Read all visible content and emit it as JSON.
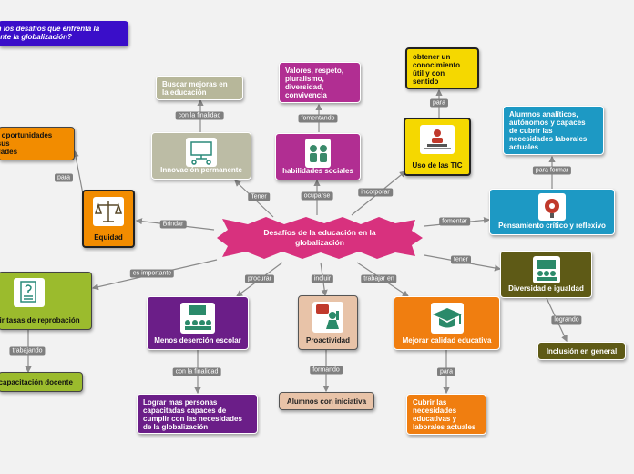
{
  "colors": {
    "accent": "#d8317e",
    "line": "#8a8a8a",
    "label_bg": "#7f7f7f"
  },
  "central": {
    "text_1": "Desafíos de la educación en la",
    "text_2": "globalización"
  },
  "question": {
    "line1": "¿Cuáles son los desafíos que enfrenta la",
    "line2": "educación ante la globalización?",
    "color": "#3a0ec9"
  },
  "nodes": {
    "equidad": {
      "label": "Equidad",
      "icon": "balance-scale-icon",
      "color": "#f28c00"
    },
    "oportunidades": {
      "line1": "Brindar oportunidades",
      "line2": "según sus",
      "line3": "necesidades",
      "color": "#f28c00"
    },
    "reprobacion": {
      "label": "Disminuir tasas de reprobación",
      "icon": "document-question-icon",
      "color": "#9bbb2d"
    },
    "capacitacion": {
      "label": "La capacitación docente",
      "color": "#9bbb2d"
    },
    "innovacion": {
      "label": "Innovación permanente",
      "icon": "computer-classroom-icon",
      "color": "#bcbca5"
    },
    "buscar": {
      "line1": "Buscar mejoras en",
      "line2": "la educación",
      "color": "#b7b79a"
    },
    "habilidades": {
      "label": "habilidades sociales",
      "icon": "people-chat-icon",
      "color": "#b12e92"
    },
    "valores": {
      "line1": "Valores, respeto,",
      "line2": "pluralismo,",
      "line3": "diversidad,",
      "line4": "convivencia",
      "color": "#b12e92"
    },
    "tic": {
      "label": "Uso de las TIC",
      "icon": "teacher-computer-icon",
      "color": "#f5d800"
    },
    "obtener": {
      "line1": "obtener un",
      "line2": "conocimiento",
      "line3": "útil y con",
      "line4": "sentido",
      "color": "#f5d800"
    },
    "pensamiento": {
      "label": "Pensamiento crítico y reflexivo",
      "icon": "brain-gear-icon",
      "color": "#1d99c4"
    },
    "alumnos": {
      "line1": "Alumnos analíticos,",
      "line2": "autónomos y capaces",
      "line3": "de cubrir las",
      "line4": "necesidades laborales",
      "line5": "actuales",
      "color": "#1d99c4"
    },
    "diversidad": {
      "label": "Diversidad e igualdad",
      "icon": "classroom-group-icon",
      "color": "#5e5a16"
    },
    "inclusion": {
      "label": "Inclusión en general",
      "color": "#5e5a16"
    },
    "desercion": {
      "label": "Menos deserción escolar",
      "icon": "presentation-audience-icon",
      "color": "#6b1e88"
    },
    "lograr": {
      "line1": "Lograr mas personas",
      "line2": "capacitadas capaces de",
      "line3": "cumplir con las necesidades",
      "line4": "de la globalización",
      "color": "#6b1e88"
    },
    "proactividad": {
      "label": "Proactividad",
      "icon": "person-idea-icon",
      "color": "#e8c3a8"
    },
    "alumnos_iniciativa": {
      "label": "Alumnos con iniciativa",
      "color": "#e8c3a8"
    },
    "calidad": {
      "label": "Mejorar calidad educativa",
      "icon": "graduation-cap-icon",
      "color": "#f07e10"
    },
    "cubrir": {
      "line1": "Cubrir las",
      "line2": "necesidades",
      "line3": "educativas y",
      "line4": "laborales actuales",
      "color": "#f07e10"
    }
  },
  "labels": {
    "brindar": "Brindar",
    "para_equidad": "para",
    "es_importante": "es importante",
    "trabajando": "trabajando",
    "tener_innov": "Tener",
    "con_finalidad_innov": "con la finalidad",
    "ocuparse": "ocuparse",
    "fomentando": "fomentando",
    "incorporar": "incorporar",
    "para_tic": "para",
    "fomentar": "fomentar",
    "para_formar": "para formar",
    "tener_div": "tener",
    "logrando": "logrando",
    "procurar": "procurar",
    "con_finalidad_des": "con la finalidad",
    "incluir": "incluir",
    "formando": "formando",
    "trabajar_en": "trabajar en",
    "para_calidad": "para"
  }
}
